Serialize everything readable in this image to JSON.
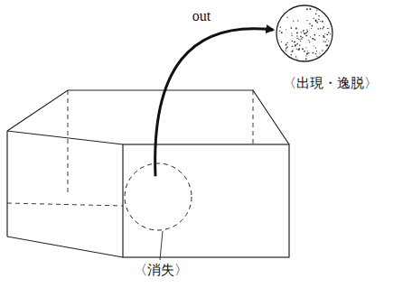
{
  "diagram": {
    "nodes": [
      {
        "text": [
          "〈消失〉"
        ]
      },
      {
        "text": [
          "〈出現・逸脱〉"
        ]
      }
    ],
    "edges": [
      {
        "from": 0,
        "to": 1,
        "label": "out",
        "arrow": "to"
      }
    ]
  }
}
